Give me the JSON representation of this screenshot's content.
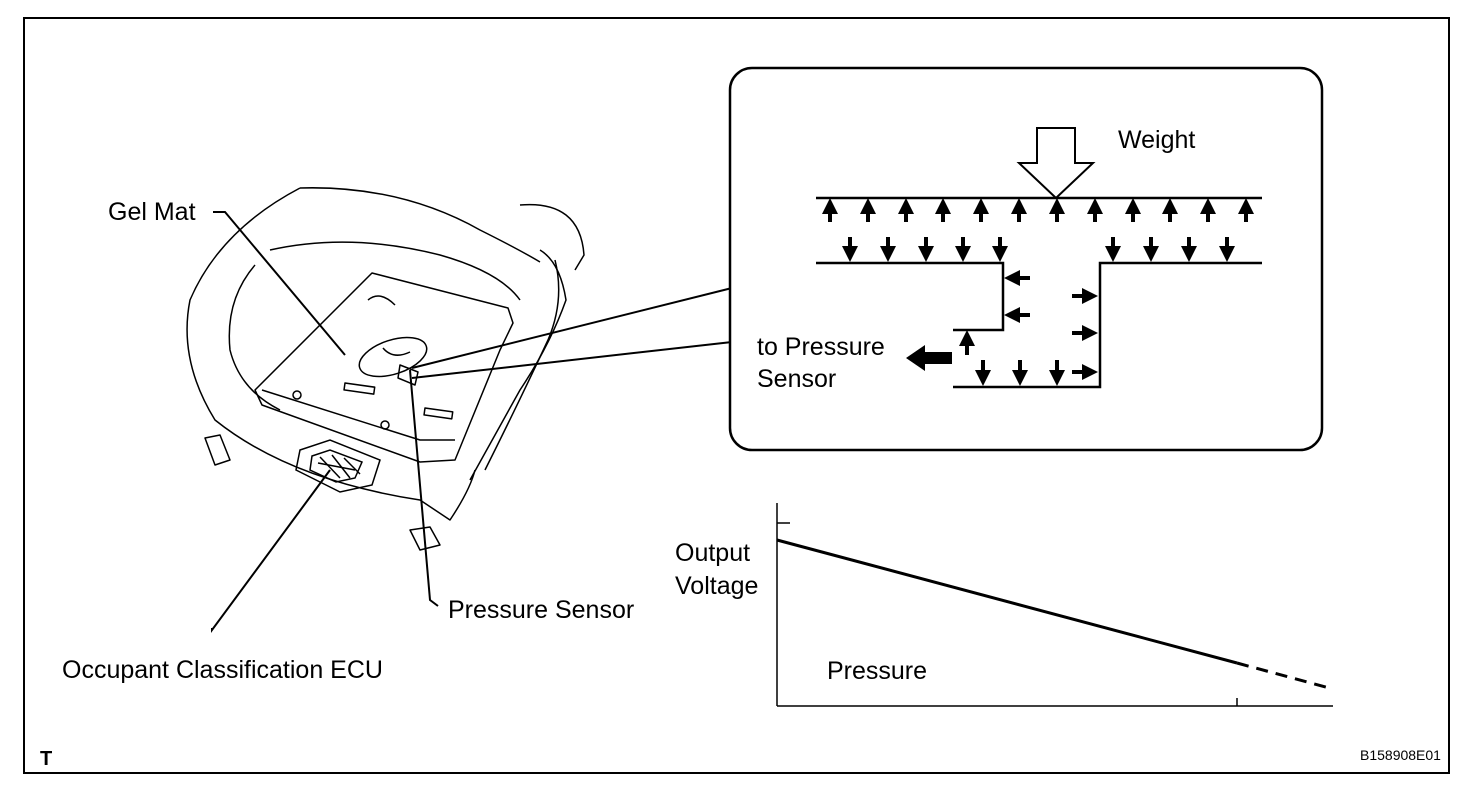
{
  "labels": {
    "gel_mat": "Gel Mat",
    "pressure_sensor": "Pressure Sensor",
    "occupant_ecu": "Occupant Classification ECU",
    "weight": "Weight",
    "to_pressure_line1": "to Pressure",
    "to_pressure_line2": "Sensor",
    "output_line1": "Output",
    "output_line2": "Voltage",
    "pressure_axis": "Pressure",
    "corner_mark": "T",
    "figure_id": "B158908E01"
  }
}
